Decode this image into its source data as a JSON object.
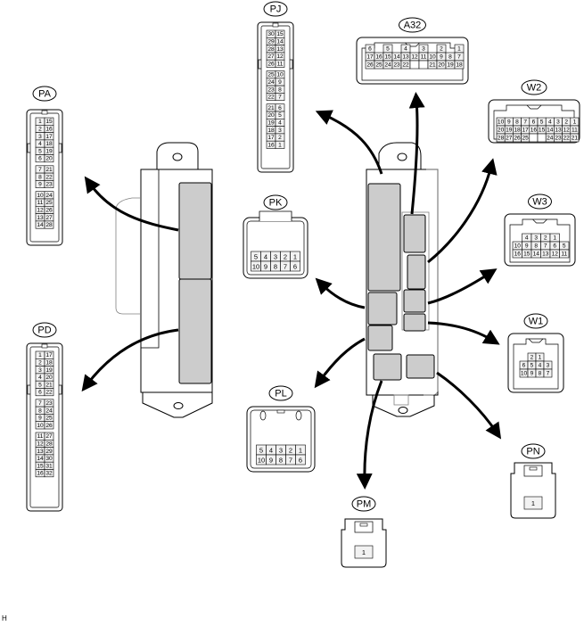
{
  "colors": {
    "line": "#000000",
    "outline_light": "#808080",
    "cavity_fill": "#cccccc",
    "pin_cell": "#e8e8e8",
    "background": "#ffffff"
  },
  "footer_code": "H",
  "connectors": {
    "PA": {
      "label": "PA",
      "rows": [
        [
          "1",
          "15"
        ],
        [
          "2",
          "16"
        ],
        [
          "3",
          "17"
        ],
        [
          "4",
          "18"
        ],
        [
          "5",
          "19"
        ],
        [
          "6",
          "20"
        ],
        [
          "7",
          "21"
        ],
        [
          "8",
          "22"
        ],
        [
          "9",
          "23"
        ],
        [
          "10",
          "24"
        ],
        [
          "11",
          "25"
        ],
        [
          "12",
          "26"
        ],
        [
          "13",
          "27"
        ],
        [
          "14",
          "28"
        ]
      ],
      "groups": [
        6,
        3,
        5
      ]
    },
    "PD": {
      "label": "PD",
      "rows": [
        [
          "1",
          "17"
        ],
        [
          "2",
          "18"
        ],
        [
          "3",
          "19"
        ],
        [
          "4",
          "20"
        ],
        [
          "5",
          "21"
        ],
        [
          "6",
          "22"
        ],
        [
          "7",
          "23"
        ],
        [
          "8",
          "24"
        ],
        [
          "9",
          "25"
        ],
        [
          "10",
          "26"
        ],
        [
          "11",
          "27"
        ],
        [
          "12",
          "28"
        ],
        [
          "13",
          "29"
        ],
        [
          "14",
          "30"
        ],
        [
          "15",
          "31"
        ],
        [
          "16",
          "32"
        ]
      ],
      "groups": [
        6,
        4,
        6
      ]
    },
    "PJ": {
      "label": "PJ",
      "rows": [
        [
          "30",
          "15"
        ],
        [
          "29",
          "14"
        ],
        [
          "28",
          "13"
        ],
        [
          "27",
          "12"
        ],
        [
          "26",
          "11"
        ],
        [
          "25",
          "10"
        ],
        [
          "24",
          "9"
        ],
        [
          "23",
          "8"
        ],
        [
          "22",
          "7"
        ],
        [
          "21",
          "6"
        ],
        [
          "20",
          "5"
        ],
        [
          "19",
          "4"
        ],
        [
          "18",
          "3"
        ],
        [
          "17",
          "2"
        ],
        [
          "16",
          "1"
        ]
      ],
      "groups": [
        5,
        4,
        6
      ]
    },
    "A32": {
      "label": "A32",
      "row1": [
        "6",
        "",
        "5",
        "",
        "4",
        "",
        "3",
        "",
        "2",
        "",
        "1"
      ],
      "row2": [
        "17",
        "16",
        "15",
        "14",
        "13",
        "12",
        "11",
        "10",
        "9",
        "8",
        "7"
      ],
      "row3": [
        "26",
        "25",
        "24",
        "23",
        "22",
        "",
        "",
        "21",
        "20",
        "19",
        "18"
      ]
    },
    "W2": {
      "label": "W2",
      "row1": [
        "10",
        "9",
        "8",
        "7",
        "6",
        "5",
        "4",
        "3",
        "2",
        "1"
      ],
      "row2": [
        "20",
        "19",
        "18",
        "17",
        "16",
        "15",
        "14",
        "13",
        "12",
        "11"
      ],
      "row3": [
        "28",
        "27",
        "26",
        "25",
        "",
        "",
        "24",
        "23",
        "22",
        "21"
      ]
    },
    "W3": {
      "label": "W3",
      "row1": [
        "4",
        "3",
        "2",
        "1"
      ],
      "row2": [
        "10",
        "9",
        "8",
        "7",
        "6",
        "5"
      ],
      "row3": [
        "16",
        "15",
        "14",
        "13",
        "12",
        "11"
      ]
    },
    "W1": {
      "label": "W1",
      "row1": [
        "2",
        "1"
      ],
      "row2": [
        "6",
        "5",
        "4",
        "3"
      ],
      "row3": [
        "10",
        "9",
        "8",
        "7"
      ]
    },
    "PK": {
      "label": "PK",
      "row1": [
        "5",
        "4",
        "3",
        "2",
        "1"
      ],
      "row2": [
        "10",
        "9",
        "8",
        "7",
        "6"
      ]
    },
    "PL": {
      "label": "PL",
      "row1": [
        "5",
        "4",
        "3",
        "2",
        "1"
      ],
      "row2": [
        "10",
        "9",
        "8",
        "7",
        "6"
      ]
    },
    "PM": {
      "label": "PM",
      "pins": [
        "1"
      ]
    },
    "PN": {
      "label": "PN",
      "pins": [
        "1"
      ]
    }
  }
}
